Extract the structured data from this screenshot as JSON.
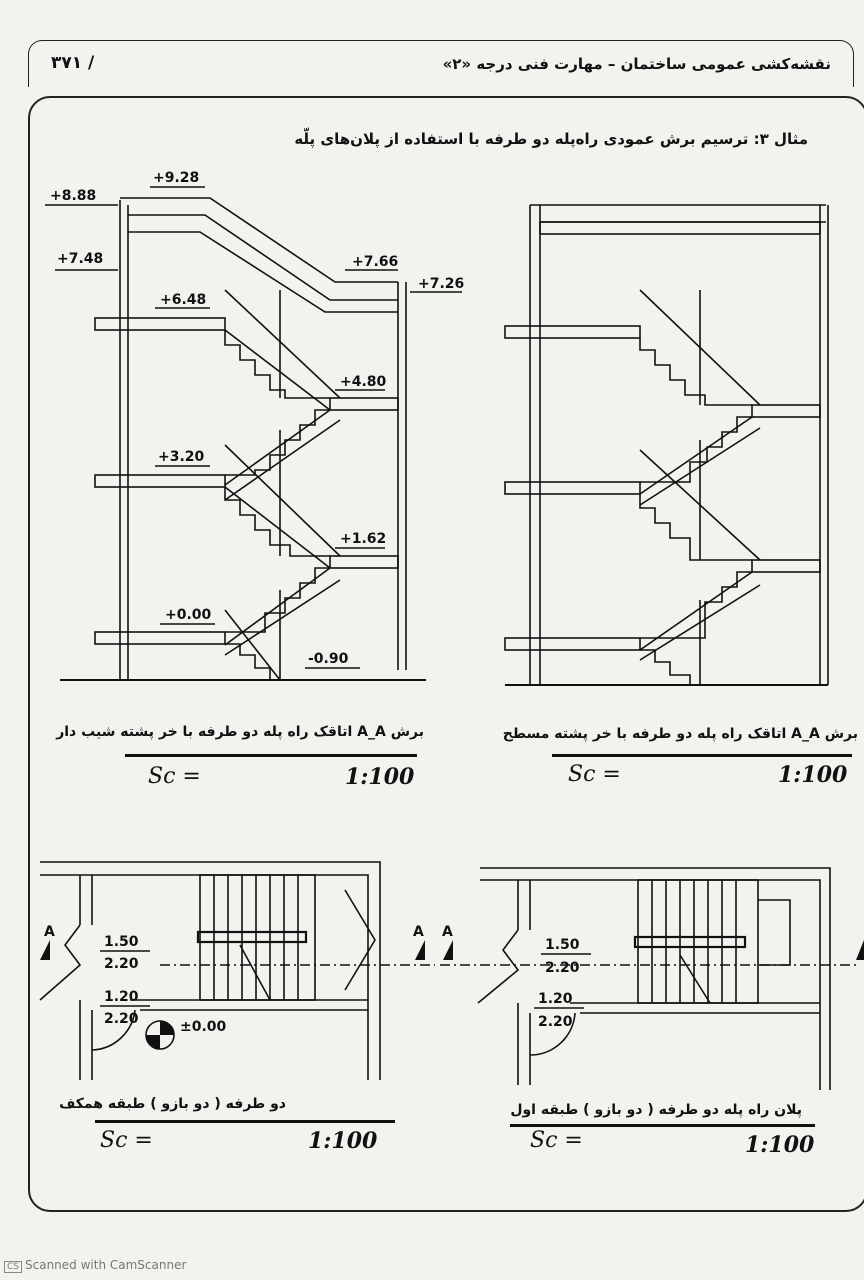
{
  "header": {
    "title": "نقشه‌کشی عمومی ساختمان – مهارت فنی درجه «۲»",
    "page": "۳۷۱ /"
  },
  "example_title": "مثال ۳: ترسیم برش عمودی راه‌پله دو طرفه با استفاده از پلان‌های پلّه",
  "left_section": {
    "levels": [
      "+9.28",
      "+8.88",
      "+7.48",
      "+7.66",
      "+7.26",
      "+6.48",
      "+4.80",
      "+3.20",
      "+1.62",
      "+0.00",
      "-0.90"
    ],
    "caption": "برش A_A اتاقک راه پله دو طرفه با خر پشته شیب دار",
    "scale_label": "Sc =",
    "scale_value": "1:100"
  },
  "right_section": {
    "caption": "برش A_A اتاقک راه پله دو طرفه با خر پشته مسطح",
    "scale_label": "Sc =",
    "scale_value": "1:100"
  },
  "plan_left": {
    "dims_top": [
      "1.50",
      "2.20"
    ],
    "dims_bottom": [
      "1.20",
      "2.20"
    ],
    "section_letter": "A",
    "level": "±0.00",
    "caption": "دو طرفه ( دو بازو ) طبقه همکف",
    "scale_label": "Sc =",
    "scale_value": "1:100"
  },
  "plan_right": {
    "dims_top": [
      "1.50",
      "2.20"
    ],
    "dims_bottom": [
      "1.20",
      "2.20"
    ],
    "section_letter": "A",
    "caption": "پلان راه پله دو طرفه ( دو بازو ) طبقه اول",
    "scale_label": "Sc =",
    "scale_value": "1:100"
  },
  "footer": {
    "logo": "CS",
    "text": "Scanned with CamScanner"
  }
}
